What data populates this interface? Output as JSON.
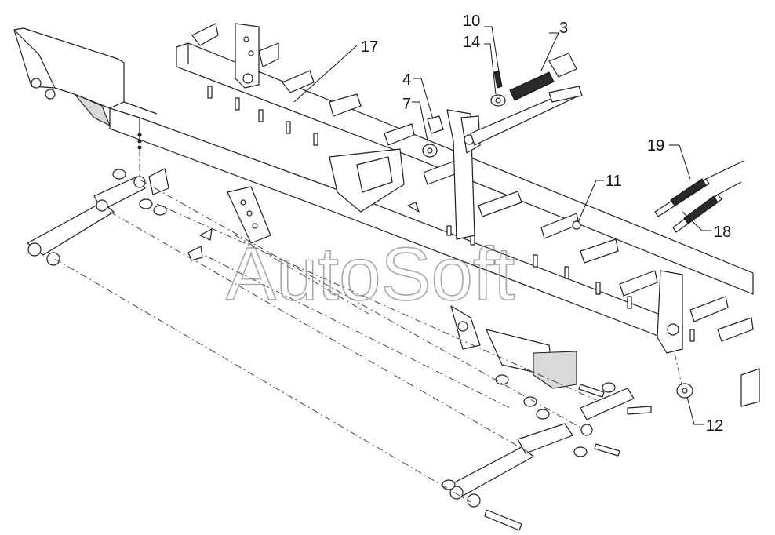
{
  "watermark": "AutoSoft",
  "callouts": {
    "c3": "3",
    "c4": "4",
    "c7": "7",
    "c10": "10",
    "c11": "11",
    "c12": "12",
    "c14": "14",
    "c17": "17",
    "c18": "18",
    "c19": "19"
  },
  "colors": {
    "line": "#1f1f1f",
    "background": "#ffffff",
    "watermark": "#8a8a8a"
  }
}
